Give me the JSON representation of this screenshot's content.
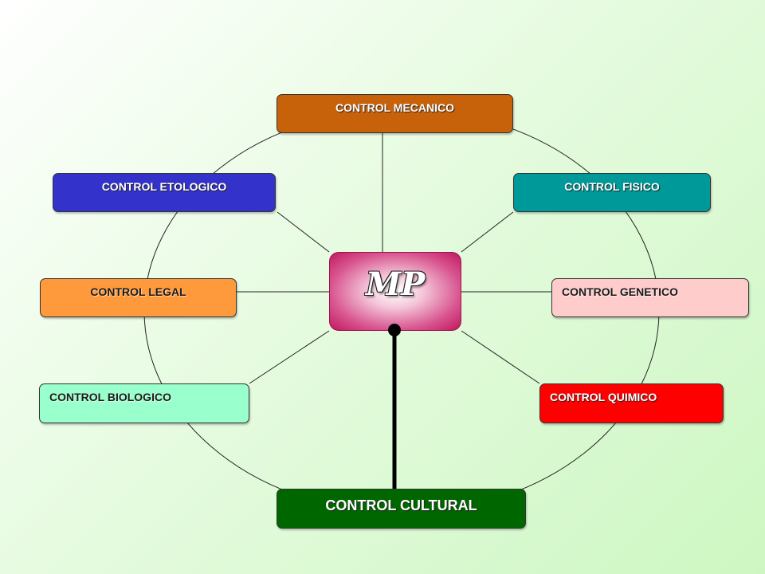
{
  "diagram": {
    "center": {
      "label": "MP",
      "color": "#c0185f"
    },
    "nodes": {
      "mecanico": {
        "label": "CONTROL MECANICO",
        "color": "#c8620a"
      },
      "etologico": {
        "label": "CONTROL ETOLOGICO",
        "color": "#3333cc"
      },
      "fisico": {
        "label": "CONTROL FISICO",
        "color": "#00999a"
      },
      "legal": {
        "label": "CONTROL LEGAL",
        "color": "#ff9a3c"
      },
      "genetico": {
        "label": "CONTROL GENETICO",
        "color": "#ffcccc"
      },
      "biologico": {
        "label": "CONTROL BIOLOGICO",
        "color": "#99ffcc"
      },
      "quimico": {
        "label": "CONTROL QUIMICO",
        "color": "#ff0000"
      },
      "cultural": {
        "label": "CONTROL CULTURAL",
        "color": "#006600"
      }
    },
    "edges": [
      {
        "from": "center",
        "to": "mecanico"
      },
      {
        "from": "center",
        "to": "etologico"
      },
      {
        "from": "center",
        "to": "fisico"
      },
      {
        "from": "center",
        "to": "legal"
      },
      {
        "from": "center",
        "to": "genetico"
      },
      {
        "from": "center",
        "to": "biologico"
      },
      {
        "from": "center",
        "to": "quimico"
      },
      {
        "from": "center",
        "to": "cultural",
        "emphasis": "bold"
      }
    ]
  }
}
